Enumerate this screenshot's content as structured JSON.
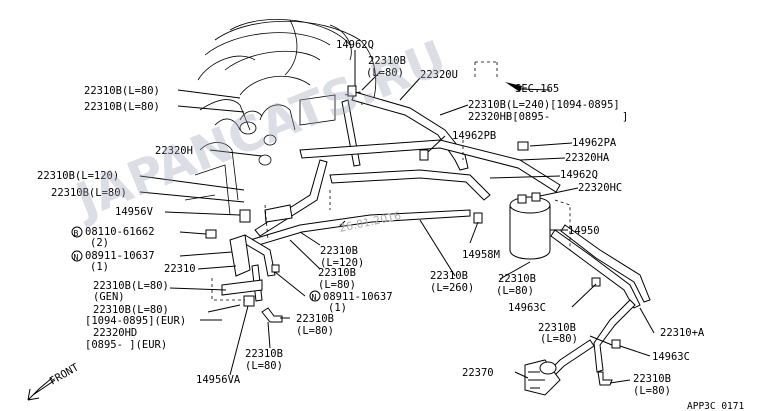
{
  "labels": {
    "l14962q_top": "14962Q",
    "l22310b_a": "22310B",
    "l22310b_a_l": "(L=80)",
    "l22320u": "22320U",
    "sec165": "SEC.165",
    "l22310b_l240": "22310B(L=240)[1094-0895]",
    "l22320hb": "22320HB[0895-",
    "l22320hb_close": "]",
    "l22310b_l80_1": "22310B(L=80)",
    "l22310b_l80_2": "22310B(L=80)",
    "l14962pb": "14962PB",
    "l14962pa": "14962PA",
    "l22320h": "22320H",
    "l22320ha": "22320HA",
    "l14962q_mid": "14962Q",
    "l22310b_l120": "22310B(L=120)",
    "l22320hc": "22320HC",
    "l22310b_l80_3": "22310B(L=80)",
    "l14956v": "14956V",
    "l14950": "14950",
    "bolt_08110": "08110-61662",
    "bolt_08110_qty": "(2)",
    "nut_08911_a": "08911-10637",
    "nut_08911_a_qty": "(1)",
    "l22310b_b": "22310B",
    "l22310b_b_l": "(L=120)",
    "l14958m": "14958M",
    "l22310": "22310",
    "l22310b_c": "22310B",
    "l22310b_c_l": "(L=80)",
    "l22310b_d": "22310B",
    "l22310b_d_l": "(L=260)",
    "l22310b_e": "22310B",
    "l22310b_e_l": "(L=80)",
    "l22310b_gen": "22310B(L=80)",
    "gen": "(GEN)",
    "l22310b_eur": "22310B(L=80)",
    "eur_range": "[1094-0895](EUR)",
    "l22320hd": "22320HD",
    "hd_range": "[0895-        ](EUR)",
    "nut_08911_b": "08911-10637",
    "nut_08911_b_qty": "(1)",
    "l14963c_1": "14963C",
    "l22310b_f": "22310B",
    "l22310b_f_l": "(L=80)",
    "l22310b_g": "22310B",
    "l22310b_g_l": "(L=80)",
    "l22310a": "22310+A",
    "l14963c_2": "14963C",
    "l22310b_h": "22310B",
    "l22310b_h_l": "(L=80)",
    "l22370": "22370",
    "l22310b_i": "22310B",
    "l22310b_i_l": "(L=80)",
    "l14956va": "14956VA",
    "front": "FRONT",
    "code": "APP3C 0171",
    "circle_b": "B",
    "circle_n": "N"
  },
  "watermark": {
    "site": "JAPANCATS.RU",
    "date": "26.01.2016"
  }
}
